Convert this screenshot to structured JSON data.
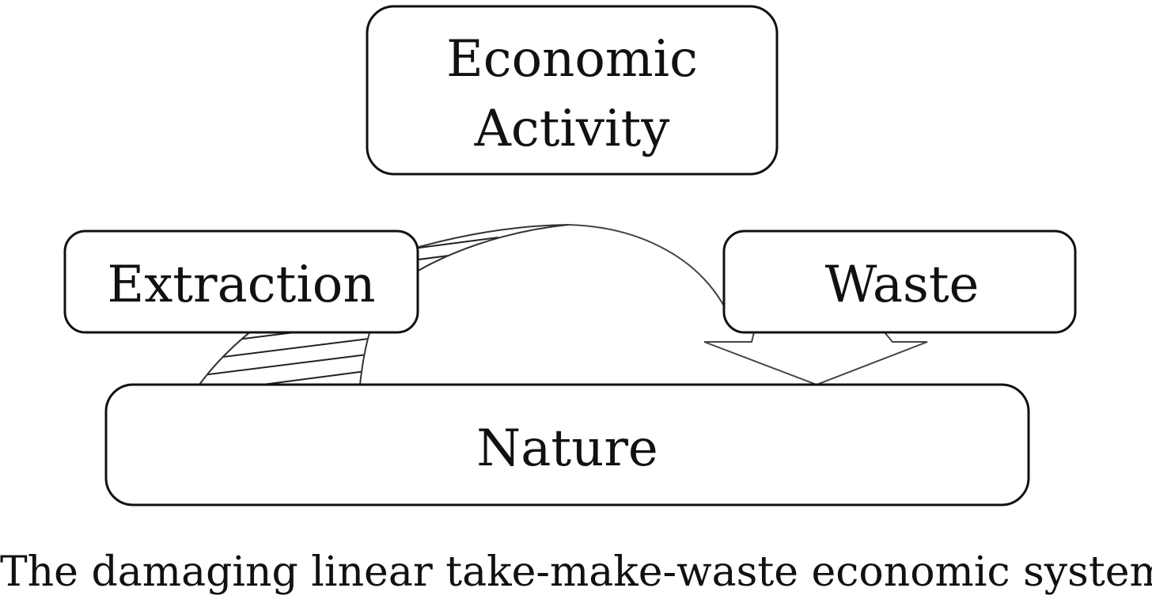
{
  "diagram": {
    "nodes": {
      "economic_activity": {
        "line1": "Economic",
        "line2": "Activity"
      },
      "extraction": {
        "label": "Extraction"
      },
      "waste": {
        "label": "Waste"
      },
      "nature": {
        "label": "Nature"
      }
    },
    "colors": {
      "stroke": "#111111",
      "background": "#ffffff",
      "arrow_stroke": "#444444"
    },
    "caption": "The damaging linear take-make-waste economic system"
  }
}
